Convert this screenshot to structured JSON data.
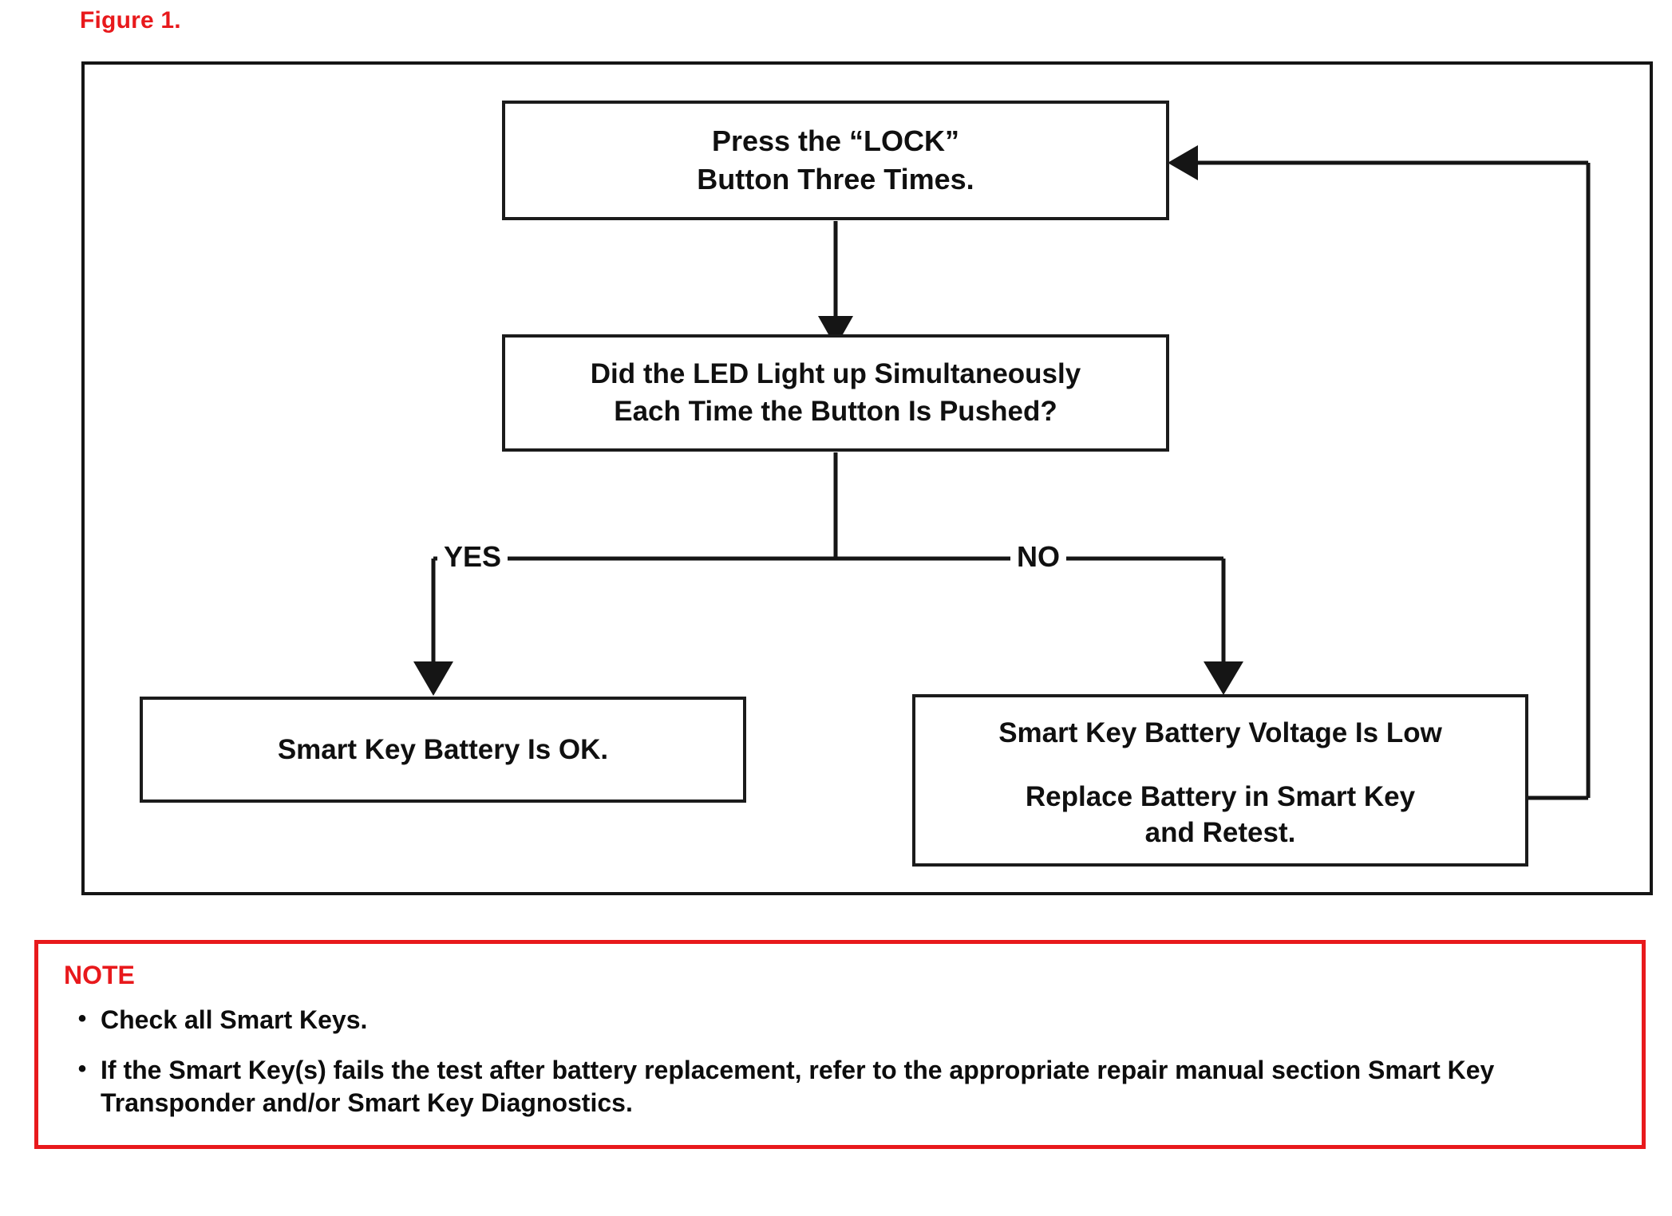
{
  "figure": {
    "caption": "Figure 1."
  },
  "colors": {
    "accent_red": "#e8191c",
    "line_black": "#151515",
    "box_border": "#1b1b1b",
    "background": "#ffffff"
  },
  "flowchart": {
    "nodes": [
      {
        "id": "press-lock",
        "type": "process",
        "lines": [
          "Press the “LOCK”",
          "Button Three Times."
        ]
      },
      {
        "id": "did-led",
        "type": "decision",
        "lines": [
          "Did the LED Light up Simultaneously",
          "Each Time the Button Is Pushed?"
        ]
      },
      {
        "id": "battery-ok",
        "type": "terminal",
        "lines": [
          "Smart Key Battery Is OK."
        ]
      },
      {
        "id": "battery-low",
        "type": "terminal",
        "lines": [
          "Smart Key Battery Voltage Is Low",
          "Replace Battery in Smart Key",
          "and Retest."
        ]
      }
    ],
    "branch_labels": {
      "yes": "YES",
      "no": "NO"
    }
  },
  "note": {
    "title": "NOTE",
    "bullet_glyph": "•",
    "items": [
      "Check all Smart Keys.",
      "If the Smart Key(s) fails the test after battery replacement, refer to the appropriate repair manual section Smart Key Transponder and/or Smart Key Diagnostics."
    ]
  }
}
